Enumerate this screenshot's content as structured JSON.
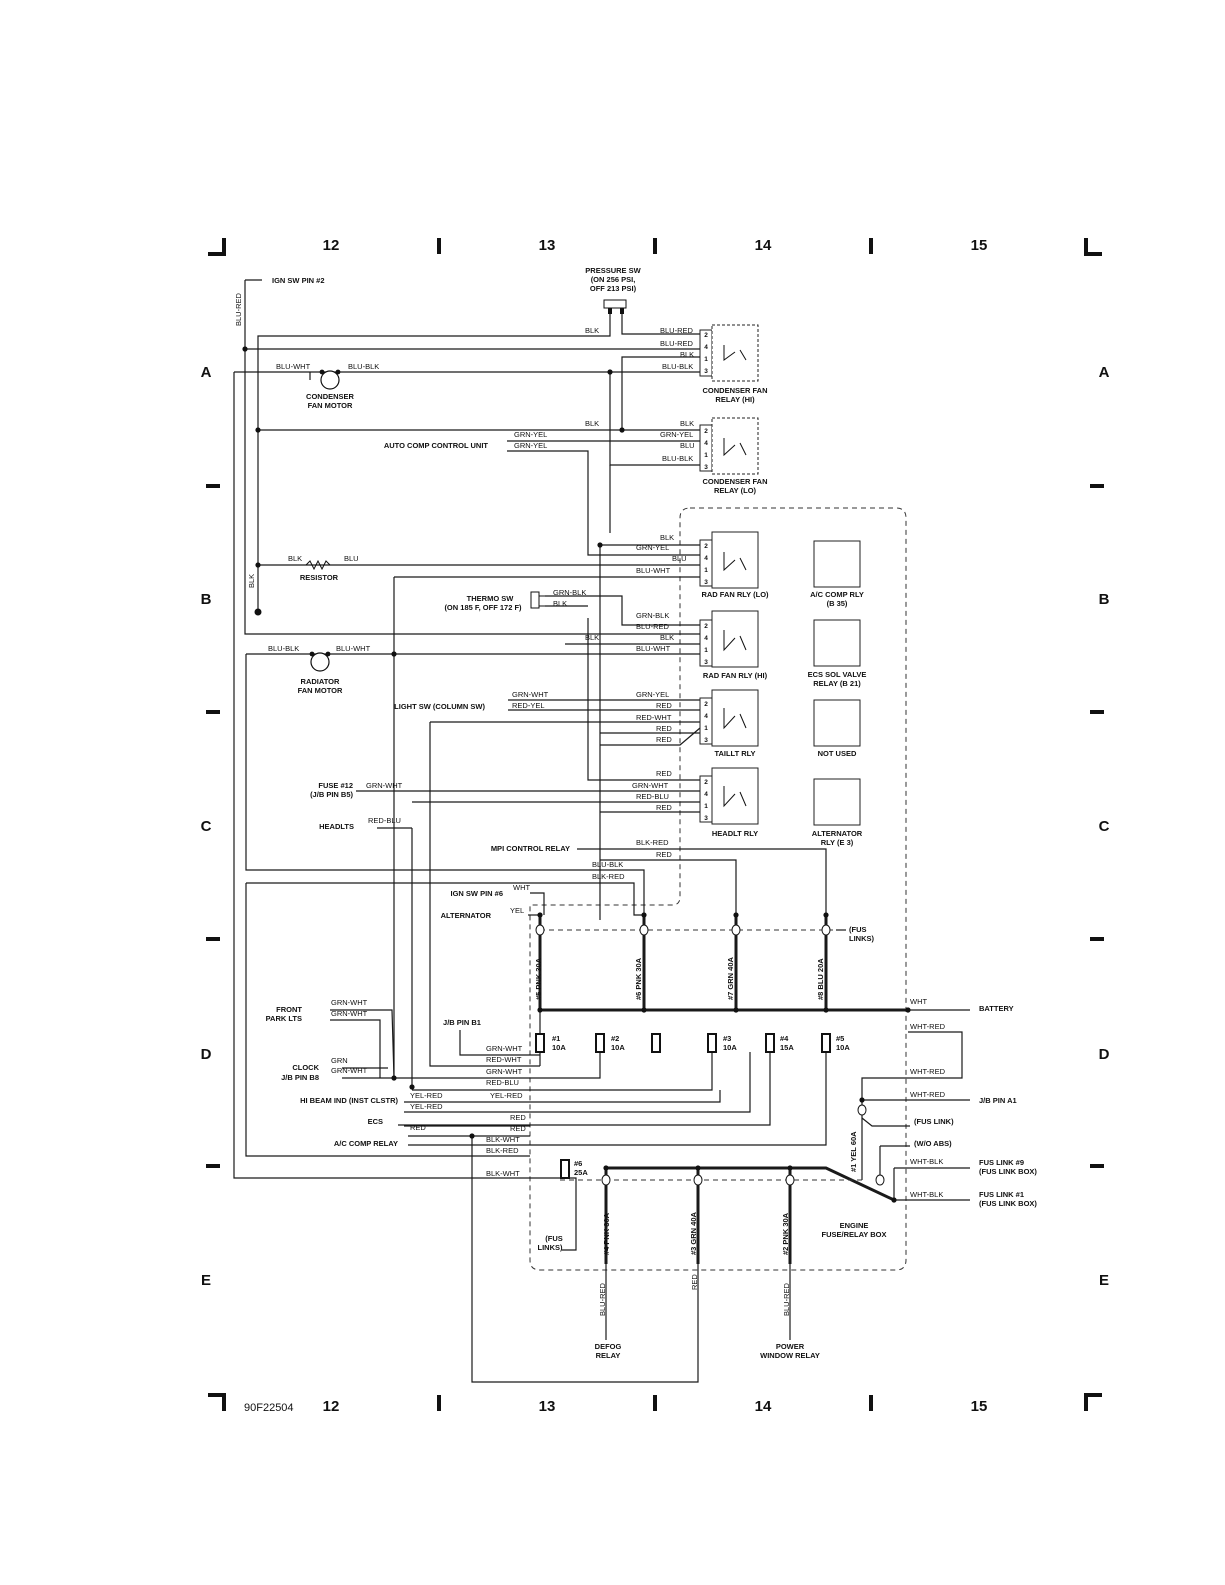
{
  "grid": {
    "columns": [
      "12",
      "13",
      "14",
      "15"
    ],
    "rows": [
      "A",
      "B",
      "C",
      "D",
      "E"
    ]
  },
  "diagram_code": "90F22504",
  "components": {
    "pressure_sw": [
      "PRESSURE SW",
      "(ON 256 PSI,",
      "OFF 213 PSI)"
    ],
    "condenser_fan_relay_hi": [
      "CONDENSER FAN",
      "RELAY (HI)"
    ],
    "condenser_fan_relay_lo": [
      "CONDENSER FAN",
      "RELAY (LO)"
    ],
    "condenser_fan_motor": [
      "CONDENSER",
      "FAN MOTOR"
    ],
    "auto_comp_control_unit": "AUTO COMP CONTROL UNIT",
    "resistor": "RESISTOR",
    "thermo_sw": [
      "THERMO SW",
      "(ON 185 F, OFF 172 F)"
    ],
    "radiator_fan_motor": [
      "RADIATOR",
      "FAN MOTOR"
    ],
    "rad_fan_rly_lo": "RAD FAN RLY (LO)",
    "rad_fan_rly_hi": "RAD FAN RLY (HI)",
    "ac_comp_rly": [
      "A/C COMP RLY",
      "(B 35)"
    ],
    "ecs_sol_valve": [
      "ECS SOL VALVE",
      "RELAY (B 21)"
    ],
    "taillt_rly": "TAILLT RLY",
    "not_used": "NOT USED",
    "headlt_rly": "HEADLT RLY",
    "alternator_rly": [
      "ALTERNATOR",
      "RLY (E 3)"
    ],
    "light_sw": "LIGHT SW (COLUMN SW)",
    "fuse_12": [
      "FUSE #12",
      "(J/B PIN B5)"
    ],
    "headlts": "HEADLTS",
    "mpi_control_relay": "MPI CONTROL RELAY",
    "ign_sw_pin_2": "IGN SW PIN #2",
    "ign_sw_pin_6": "IGN SW PIN #6",
    "alternator": "ALTERNATOR",
    "front_park_lts": [
      "FRONT",
      "PARK LTS"
    ],
    "jb_pin_b1": "J/B PIN B1",
    "clock": [
      "CLOCK",
      "J/B PIN B8"
    ],
    "hi_beam_ind": "HI BEAM IND (INST CLSTR)",
    "ecs": "ECS",
    "ac_comp_relay": "A/C COMP RELAY",
    "battery": "BATTERY",
    "jb_pin_a1": "J/B PIN A1",
    "fus_link_left": [
      "(FUS",
      "LINKS)"
    ],
    "fus_link_top": [
      "(FUS",
      "LINKS)"
    ],
    "fus_link_small": "(FUS LINK)",
    "wo_abs": "(W/O ABS)",
    "fus_link_9": [
      "FUS LINK #9",
      "(FUS LINK BOX)"
    ],
    "fus_link_1": [
      "FUS LINK #1",
      "(FUS LINK BOX)"
    ],
    "engine_box": [
      "ENGINE",
      "FUSE/RELAY BOX"
    ],
    "defog_relay": [
      "DEFOG",
      "RELAY"
    ],
    "power_window_relay": [
      "POWER",
      "WINDOW RELAY"
    ]
  },
  "fusible_links": [
    "#5 PNK 30A",
    "#6 PNK 30A",
    "#7 GRN 40A",
    "#8 BLU 20A",
    "#1 YEL 60A",
    "#4 PNK 30A",
    "#3 GRN 40A",
    "#2 PNK 30A"
  ],
  "fuses": [
    "#1",
    "10A",
    "#2",
    "10A",
    "#3",
    "10A",
    "#4",
    "15A",
    "#5",
    "10A",
    "#6",
    "25A"
  ],
  "relay_pins": [
    "2",
    "4",
    "1",
    "3"
  ],
  "wire_colors": {
    "blk": "BLK",
    "blu_red": "BLU-RED",
    "blu_blk": "BLU-BLK",
    "blu_wht": "BLU-WHT",
    "grn_yel": "GRN-YEL",
    "blu": "BLU",
    "grn_blk": "GRN-BLK",
    "red": "RED",
    "red_wht": "RED-WHT",
    "red_blu": "RED-BLU",
    "red_yel": "RED-YEL",
    "grn_wht": "GRN-WHT",
    "blk_red": "BLK-RED",
    "wht": "WHT",
    "yel": "YEL",
    "grn": "GRN",
    "yel_red": "YEL-RED",
    "blk_wht": "BLK-WHT",
    "wht_red": "WHT-RED",
    "wht_blk": "WHT-BLK",
    "blu_blk_2": "BLU-BLK"
  }
}
